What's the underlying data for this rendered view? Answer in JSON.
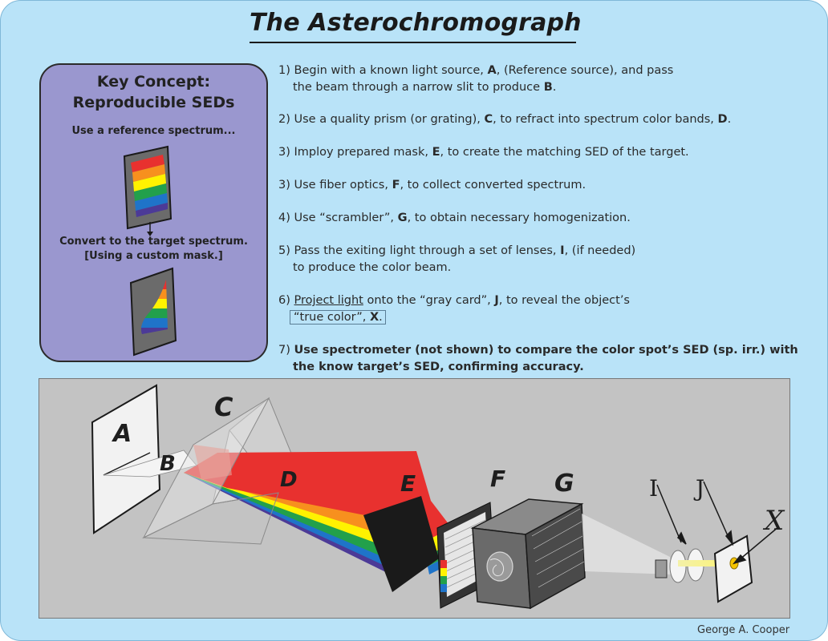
{
  "title": "The Asterochromograph",
  "key_concept": {
    "heading_line1": "Key Concept:",
    "heading_line2": "Reproducible SEDs",
    "text1": "Use a reference spectrum...",
    "text2_line1": "Convert to the target spectrum.",
    "text2_line2": "[Using a custom mask.]"
  },
  "steps": {
    "s1": {
      "a": "1) Begin with a known light source, ",
      "b1": "A",
      "c": ", (Reference source), and pass",
      "d": "the beam through a narrow slit to produce ",
      "b2": "B",
      "e": "."
    },
    "s2": {
      "a": "2) Use a quality prism (or grating), ",
      "b1": "C",
      "c": ", to refract into spectrum color bands, ",
      "b2": "D",
      "e": "."
    },
    "s3": {
      "a": "3) Imploy prepared mask, ",
      "b1": "E",
      "c": ", to create the matching SED of the target."
    },
    "s4": {
      "a": "3) Use fiber optics, ",
      "b1": "F",
      "c": ", to collect converted spectrum."
    },
    "s5": {
      "a": "4) Use “scrambler”, ",
      "b1": "G",
      "c": ", to obtain necessary homogenization."
    },
    "s6": {
      "a": "5) Pass the exiting light through a set of lenses, ",
      "b1": "I",
      "c": ", (if needed)",
      "d": "to produce the color beam."
    },
    "s7": {
      "a": "6) ",
      "u": "Project light",
      "c": " onto the “gray card”, ",
      "b1": "J",
      "d": ", to reveal the object’s",
      "e": "“true color”, ",
      "b2": "X",
      "f": "."
    },
    "s8": {
      "a": "7) ",
      "line1": "Use spectrometer (not shown) to compare the color spot’s SED (sp. irr.) with",
      "line2": "the know target’s SED, confirming accuracy."
    }
  },
  "diagram_labels": {
    "A": "A",
    "B": "B",
    "C": "C",
    "D": "D",
    "E": "E",
    "F": "F",
    "G": "G",
    "I": "I",
    "J": "J",
    "X": "X"
  },
  "credit": "George A. Cooper",
  "colors": {
    "background": "#b9e3f8",
    "key_panel": "#9a97cf",
    "scene": "#c3c3c3",
    "spectrum": [
      "#e8312f",
      "#f7901e",
      "#fff200",
      "#22a04b",
      "#1f74c9",
      "#4c3a97"
    ]
  }
}
